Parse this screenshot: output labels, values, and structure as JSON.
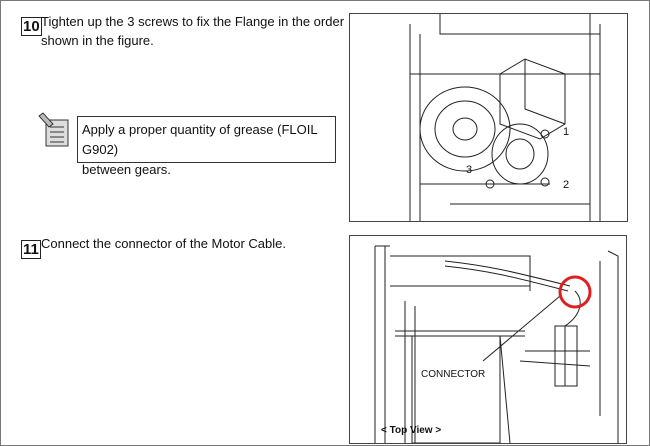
{
  "steps": [
    {
      "number": "10",
      "text_line1": "Tighten up the 3 screws to fix the Flange in the order",
      "text_line2": "shown in the figure."
    },
    {
      "number": "11",
      "text_line1": "Connect the connector of the Motor Cable."
    }
  ],
  "note": {
    "icon": "notepad-icon",
    "line1": "Apply a proper quantity of grease (FLOIL G902)",
    "line2": "between gears."
  },
  "figure1": {
    "callouts": [
      "1",
      "2",
      "3"
    ]
  },
  "figure2": {
    "callout": "CONNECTOR",
    "caption": "< Top View >",
    "highlight_color": "#e02020"
  }
}
